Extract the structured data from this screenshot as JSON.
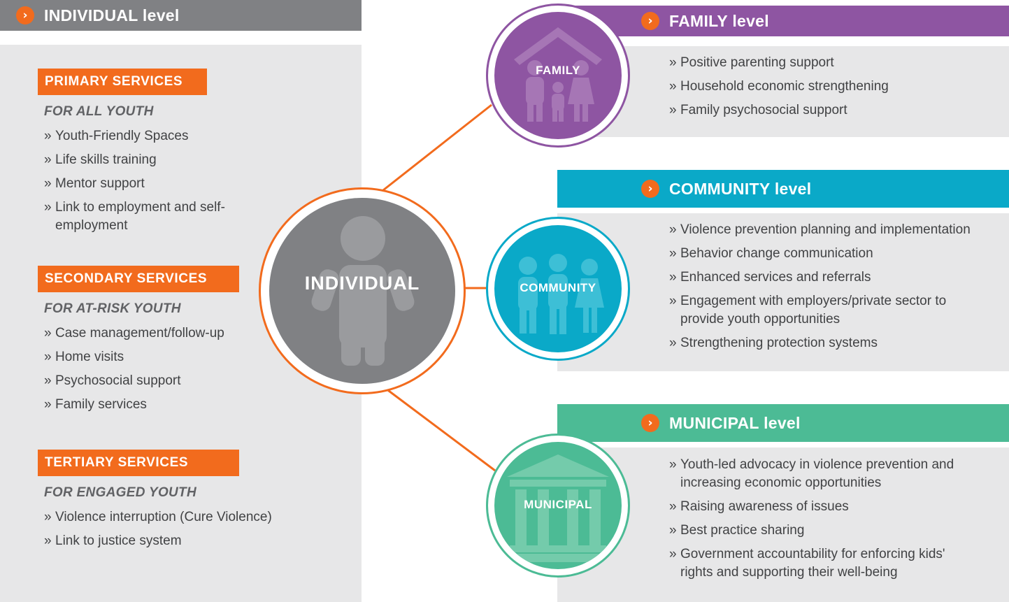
{
  "individual": {
    "header": {
      "name": "INDIVIDUAL",
      "suffix": "level"
    },
    "circle_label": "INDIVIDUAL",
    "sections": [
      {
        "title": "PRIMARY SERVICES",
        "subtitle": "FOR ALL YOUTH",
        "items": [
          "Youth-Friendly Spaces",
          "Life skills training",
          "Mentor support",
          "Link to employment and self-employment"
        ]
      },
      {
        "title": "SECONDARY SERVICES",
        "subtitle": "FOR AT-RISK YOUTH",
        "items": [
          "Case management/follow-up",
          "Home visits",
          "Psychosocial support",
          "Family services"
        ]
      },
      {
        "title": "TERTIARY SERVICES",
        "subtitle": "FOR ENGAGED YOUTH",
        "items": [
          "Violence interruption (Cure Violence)",
          "Link to justice system"
        ]
      }
    ]
  },
  "family": {
    "header": {
      "name": "FAMILY",
      "suffix": "level"
    },
    "circle_label": "FAMILY",
    "items": [
      "Positive parenting support",
      "Household economic strengthening",
      "Family psychosocial support"
    ]
  },
  "community": {
    "header": {
      "name": "COMMUNITY",
      "suffix": "level"
    },
    "circle_label": "COMMUNITY",
    "items": [
      "Violence prevention planning and implementation",
      "Behavior change communication",
      "Enhanced services and referrals",
      "Engagement with employers/private sector to provide youth opportunities",
      "Strengthening protection systems"
    ]
  },
  "municipal": {
    "header": {
      "name": "MUNICIPAL",
      "suffix": "level"
    },
    "circle_label": "MUNICIPAL",
    "items": [
      "Youth-led advocacy in violence prevention and increasing economic opportunities",
      "Raising awareness of issues",
      "Best practice sharing",
      "Government accountability for enforcing kids' rights and supporting their well-being"
    ]
  },
  "colors": {
    "individual": "#808184",
    "family": "#8e55a2",
    "community": "#0aa9c8",
    "municipal": "#4cbb95",
    "accent": "#f26b1d",
    "panel": "#e7e7e8"
  },
  "icons": {
    "arrow": "chevron-right-icon"
  }
}
